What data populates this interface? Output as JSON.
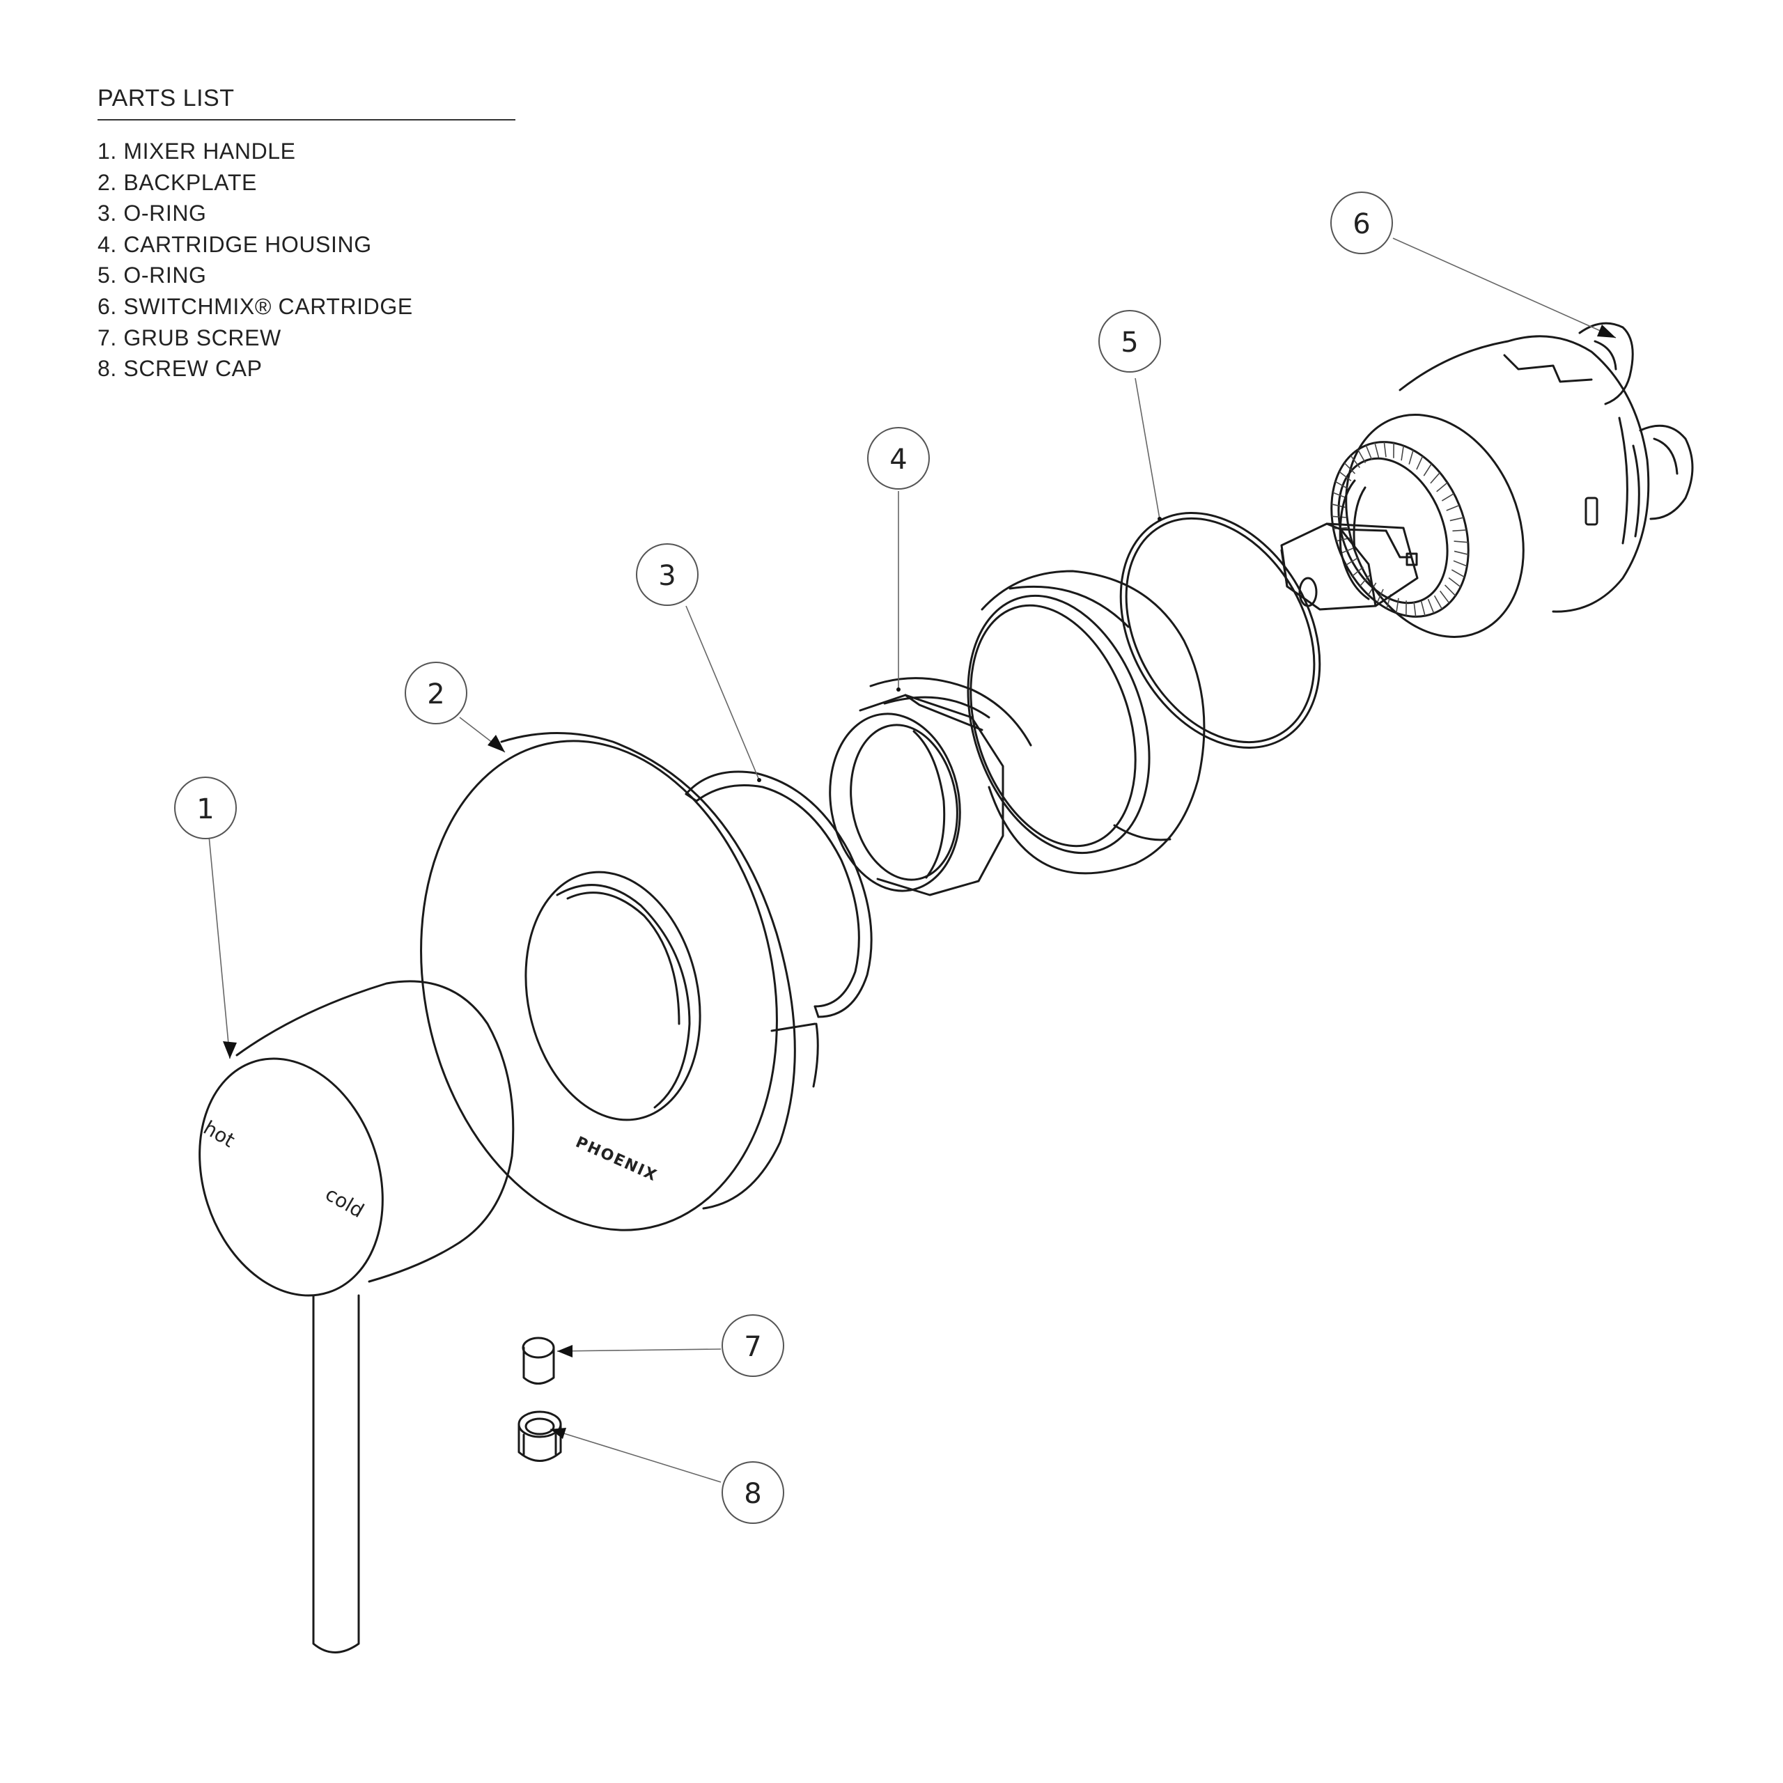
{
  "parts_list": {
    "title": "PARTS LIST",
    "items": [
      "1. MIXER HANDLE",
      "2. BACKPLATE",
      "3. O-RING",
      "4. CARTRIDGE HOUSING",
      "5. O-RING",
      "6. SWITCHMIX® CARTRIDGE",
      "7. GRUB SCREW",
      "8. SCREW CAP"
    ]
  },
  "callouts": [
    "1",
    "2",
    "3",
    "4",
    "5",
    "6",
    "7",
    "8"
  ],
  "handle_labels": {
    "hot": "hot",
    "cold": "cold"
  },
  "backplate_brand": "PHOENIX"
}
